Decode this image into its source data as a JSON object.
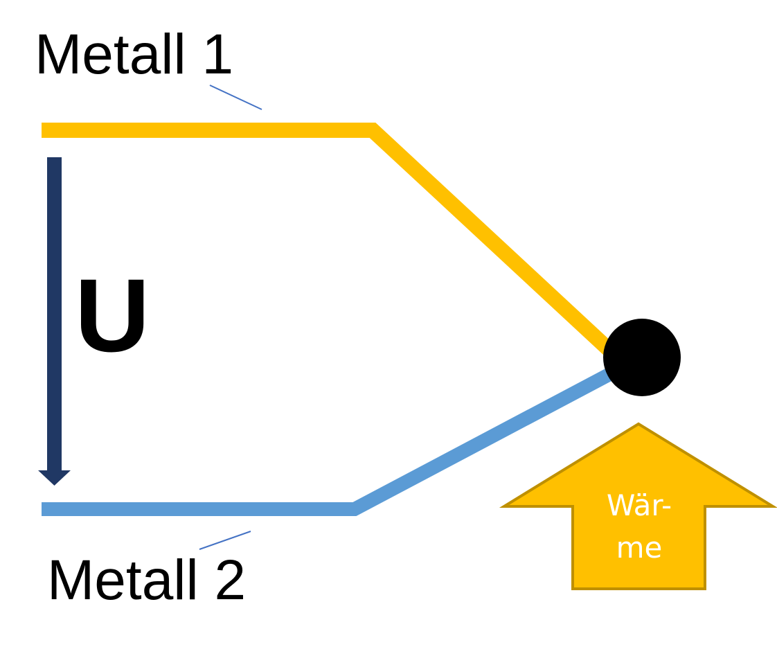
{
  "labels": {
    "metal_1": "Metall 1",
    "metal_2": "Metall 2",
    "voltage": "U",
    "heat_line_1": "Wär-",
    "heat_line_2": "me"
  },
  "colors": {
    "metal_1": "#FFC000",
    "metal_2": "#5B9BD5",
    "voltage_arrow": "#203864",
    "junction": "#000000",
    "heat_arrow_fill": "#FFC000",
    "heat_arrow_stroke": "#BF9000",
    "leader_line": "#4472C4",
    "heat_text": "#FFFFFF"
  }
}
